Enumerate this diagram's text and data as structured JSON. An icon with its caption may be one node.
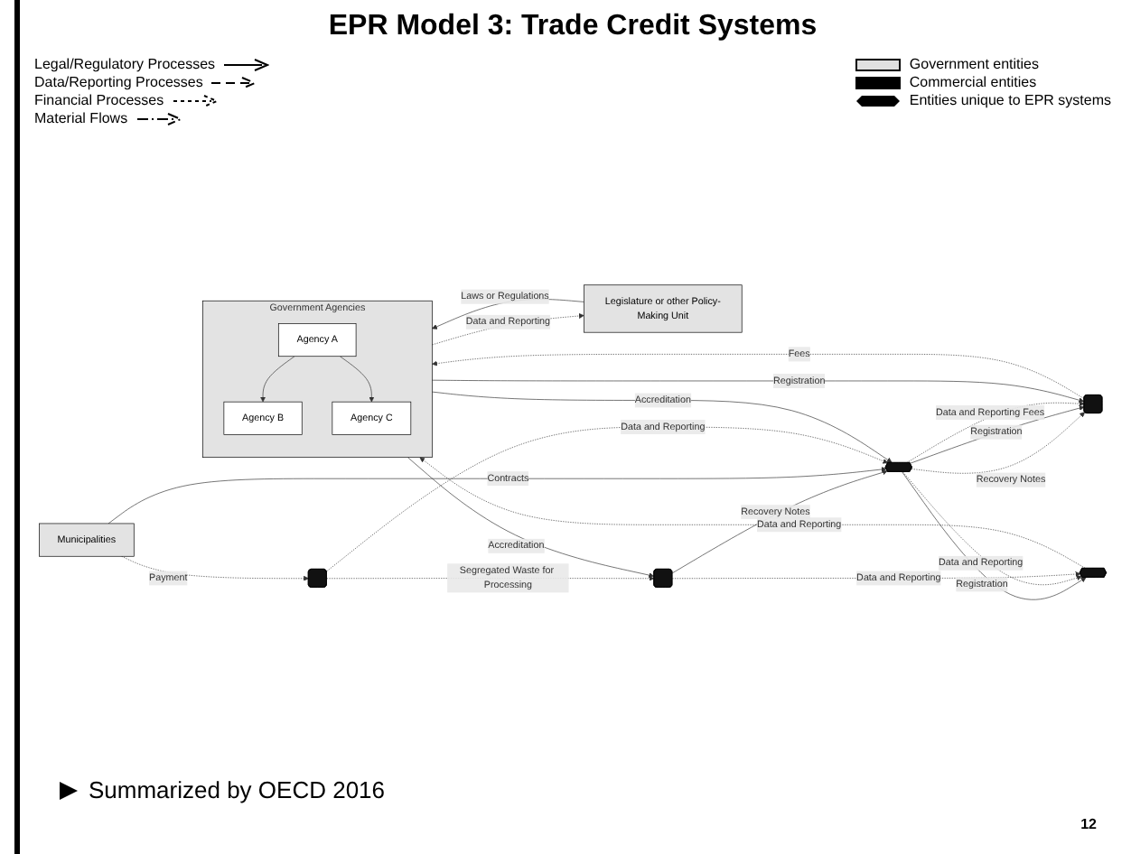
{
  "diagram": {
    "title": "EPR Model 3: Trade Credit Systems",
    "caption": "Summarized by OECD 2016",
    "nodes": [
      {
        "text": [
          "Legislature or other Policy-Making Unit"
        ]
      },
      {
        "text": [
          "Government Agencies"
        ]
      },
      {
        "text": [
          "Agency A"
        ],
        "in": 1
      },
      {
        "text": [
          "Agency B"
        ],
        "in": 1
      },
      {
        "text": [
          "Agency C"
        ],
        "in": 1
      },
      {
        "text": [],
        "shape": "box"
      },
      {
        "text": [],
        "shape": "hexagon"
      },
      {
        "text": [],
        "shape": "hexagon"
      },
      {
        "text": [],
        "shape": "box"
      },
      {
        "text": [
          "Municipalities"
        ]
      },
      {
        "text": [],
        "shape": "box"
      }
    ],
    "edges": [
      {
        "from": 0,
        "to": 1,
        "arrow": "to",
        "label": "Laws or Regulations"
      },
      {
        "from": 1,
        "to": 0,
        "arrow": "to",
        "label": "Data and Reporting",
        "style": "dashed"
      },
      {
        "from": 2,
        "to": 3,
        "arrow": "to"
      },
      {
        "from": 2,
        "to": 4,
        "arrow": "to"
      },
      {
        "from": 1,
        "to": 5,
        "arrow": "to",
        "label": "Registration"
      },
      {
        "from": 5,
        "to": 1,
        "arrow": "to",
        "label": "Fees",
        "style": "dashed"
      },
      {
        "from": 6,
        "to": 5,
        "arrow": "to",
        "label": "Recovery Notes",
        "style": "dashed"
      },
      {
        "from": 6,
        "to": 5,
        "arrow": "to",
        "label": "Registration"
      },
      {
        "from": 6,
        "to": 5,
        "arrow": "to",
        "label": "Data and Reporting Fees",
        "style": "dashed"
      },
      {
        "from": 1,
        "to": 6,
        "arrow": "to",
        "label": "Accreditation"
      },
      {
        "from": 6,
        "to": 7,
        "arrow": "to",
        "label": "Registration"
      },
      {
        "from": 7,
        "to": 1,
        "arrow": "to",
        "label": "Data and Reporting",
        "style": "dashed"
      },
      {
        "from": 6,
        "to": 7,
        "arrow": "to",
        "label": "Data and Reporting",
        "style": "dashed"
      },
      {
        "from": 8,
        "to": 6,
        "arrow": "to",
        "label": "Recovery Notes"
      },
      {
        "from": 8,
        "to": 7,
        "arrow": "to",
        "label": "Data and Reporting",
        "style": "dashed"
      },
      {
        "from": 1,
        "to": 8,
        "arrow": "to",
        "label": "Accreditation"
      },
      {
        "from": 9,
        "to": 6,
        "arrow": "to",
        "label": "Contracts"
      },
      {
        "from": 10,
        "to": 6,
        "arrow": "to",
        "label": "Data and Reporting",
        "style": "dashed"
      },
      {
        "from": 9,
        "to": 10,
        "arrow": "to",
        "label": "Payment",
        "style": "dashed"
      },
      {
        "from": 10,
        "to": 8,
        "arrow": "to",
        "label": "Segregated Waste for Processing",
        "style": "dashed"
      }
    ],
    "labels": [
      "12"
    ],
    "legend": [
      {
        "text": "Legal/Regulatory Processes"
      },
      {
        "text": "Data/Reporting Processes"
      },
      {
        "text": "Financial Processes"
      },
      {
        "text": "Material Flows"
      },
      {
        "text": "Government entities"
      },
      {
        "text": "Commercial entities"
      },
      {
        "text": "Entities unique to EPR systems"
      }
    ]
  }
}
